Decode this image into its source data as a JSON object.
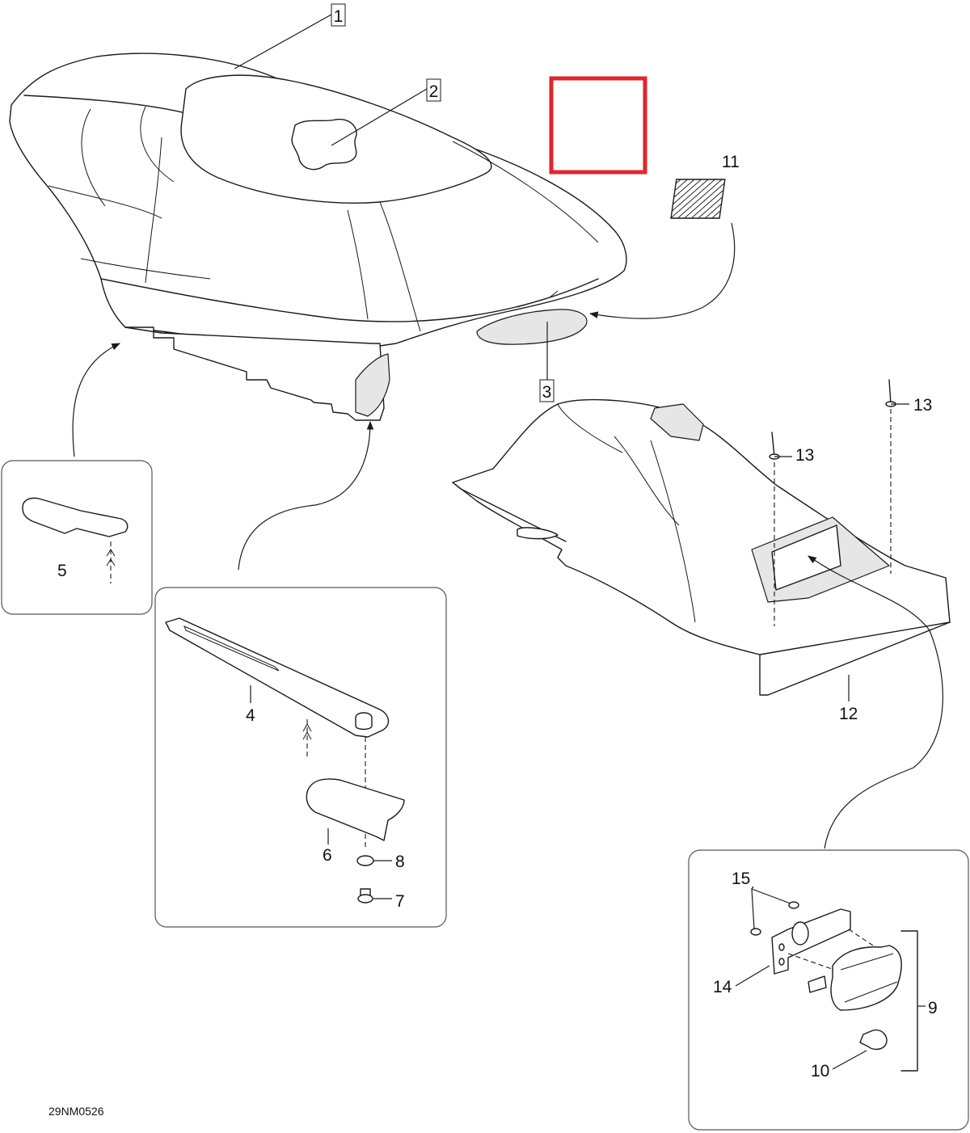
{
  "document_id": "29NM0526",
  "callouts": {
    "c1": "1",
    "c2": "2",
    "c3": "3",
    "c4": "4",
    "c5": "5",
    "c6": "6",
    "c7": "7",
    "c8": "8",
    "c9": "9",
    "c10": "10",
    "c11": "11",
    "c12": "12",
    "c13a": "13",
    "c13b": "13",
    "c14": "14",
    "c15": "15"
  },
  "highlight_color": "#e0262b",
  "line_color": "#1a1a1a"
}
